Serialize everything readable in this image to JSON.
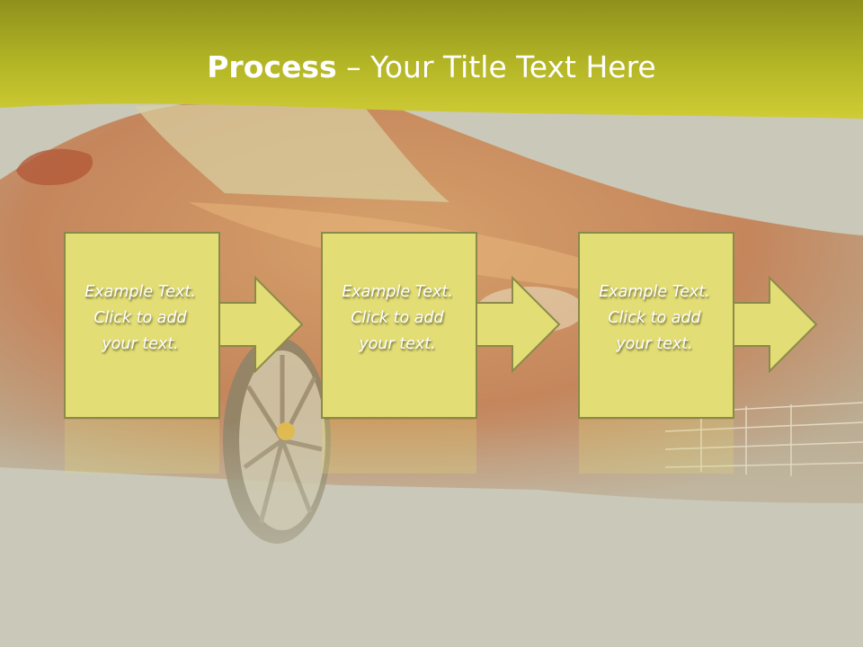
{
  "slide": {
    "title_bold": "Process",
    "title_rest": " – Your Title Text Here",
    "colors": {
      "header": "#c2c43a",
      "box_fill": "#e2dd74",
      "box_border": "#8b8a4a",
      "text": "#ffffff"
    },
    "steps": [
      {
        "text": "Example Text.\nClick  to add\nyour text."
      },
      {
        "text": "Example Text.\nClick  to add\nyour text."
      },
      {
        "text": "Example Text.\nClick  to add\nyour text."
      }
    ]
  }
}
